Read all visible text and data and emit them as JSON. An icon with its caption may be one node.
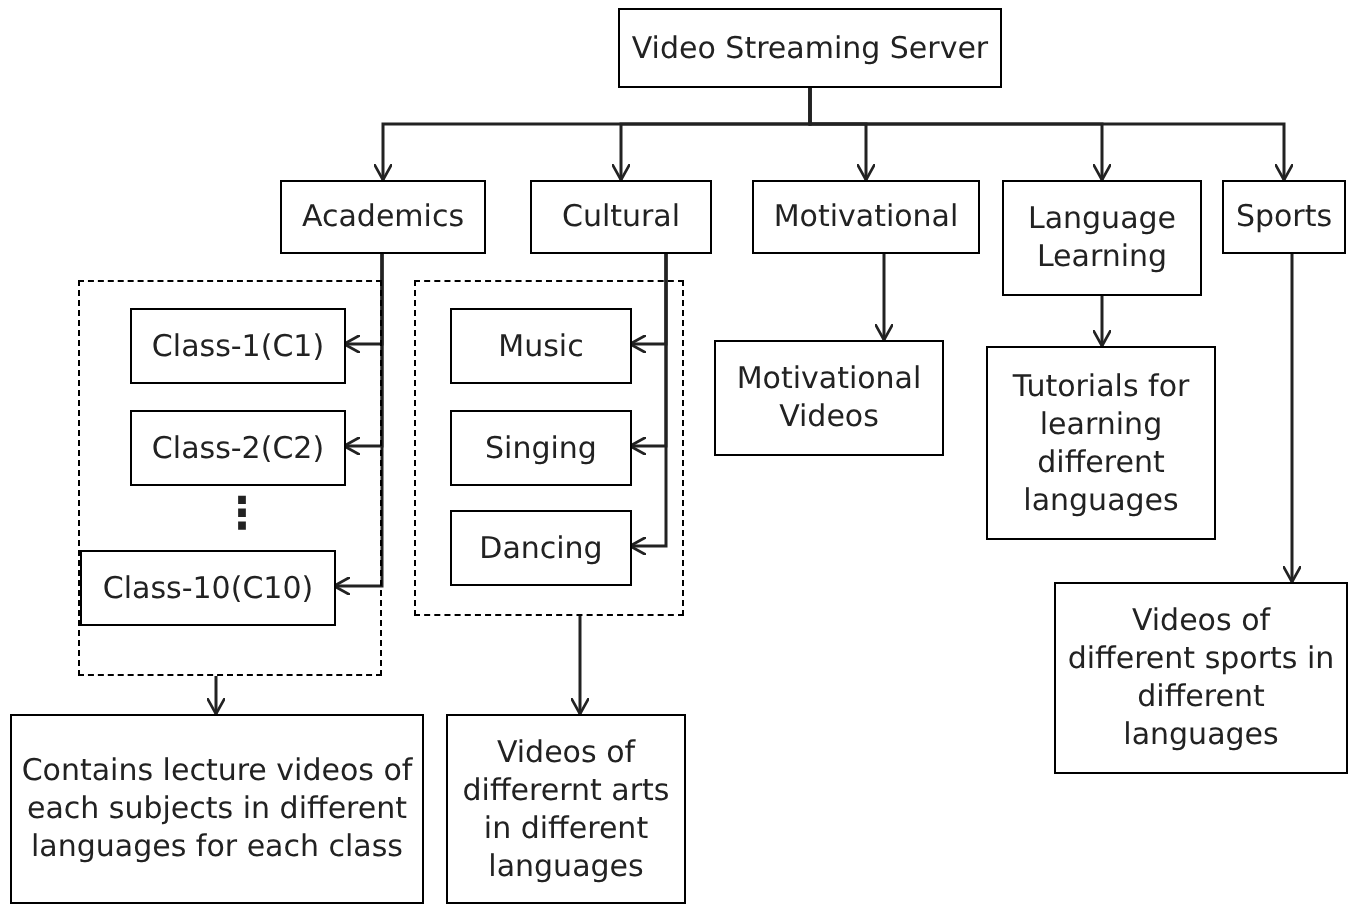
{
  "diagram": {
    "nodes": [
      {
        "text": [
          "Video Streaming Server"
        ]
      },
      {
        "text": [
          "Academics"
        ]
      },
      {
        "text": [
          "Cultural"
        ]
      },
      {
        "text": [
          "Motivational"
        ]
      },
      {
        "text": [
          "Language Learning"
        ]
      },
      {
        "text": [
          "Sports"
        ]
      },
      {
        "text": [],
        "shape": "box"
      },
      {
        "text": [
          "Class-1(C1)"
        ],
        "in": 6
      },
      {
        "text": [
          "Class-2(C2)"
        ],
        "in": 6
      },
      {
        "text": [
          "Class-10(C10)"
        ],
        "in": 6
      },
      {
        "text": [],
        "shape": "box"
      },
      {
        "text": [
          "Music"
        ],
        "in": 10
      },
      {
        "text": [
          "Singing"
        ],
        "in": 10
      },
      {
        "text": [
          "Dancing"
        ],
        "in": 10
      },
      {
        "text": [
          "Motivational Videos"
        ]
      },
      {
        "text": [
          "Tutorials for learning different languages"
        ]
      },
      {
        "text": [
          "Videos of different sports in different languages"
        ]
      },
      {
        "text": [
          "Contains lecture videos of each subjects in different languages for each class"
        ]
      },
      {
        "text": [
          "Videos of differernt arts in different languages"
        ]
      }
    ],
    "edges": [
      {
        "from": 0,
        "to": 1,
        "arrow": "to"
      },
      {
        "from": 0,
        "to": 2,
        "arrow": "to"
      },
      {
        "from": 0,
        "to": 3,
        "arrow": "to"
      },
      {
        "from": 0,
        "to": 4,
        "arrow": "to"
      },
      {
        "from": 0,
        "to": 5,
        "arrow": "to"
      },
      {
        "from": 1,
        "to": 7,
        "arrow": "to"
      },
      {
        "from": 1,
        "to": 8,
        "arrow": "to"
      },
      {
        "from": 1,
        "to": 9,
        "arrow": "to"
      },
      {
        "from": 2,
        "to": 11,
        "arrow": "to"
      },
      {
        "from": 2,
        "to": 12,
        "arrow": "to"
      },
      {
        "from": 2,
        "to": 13,
        "arrow": "to"
      },
      {
        "from": 3,
        "to": 14,
        "arrow": "to"
      },
      {
        "from": 4,
        "to": 15,
        "arrow": "to"
      },
      {
        "from": 5,
        "to": 16,
        "arrow": "to"
      },
      {
        "from": 6,
        "to": 17,
        "arrow": "to"
      },
      {
        "from": 10,
        "to": 18,
        "arrow": "to"
      }
    ],
    "labels": [
      "⋮"
    ]
  }
}
